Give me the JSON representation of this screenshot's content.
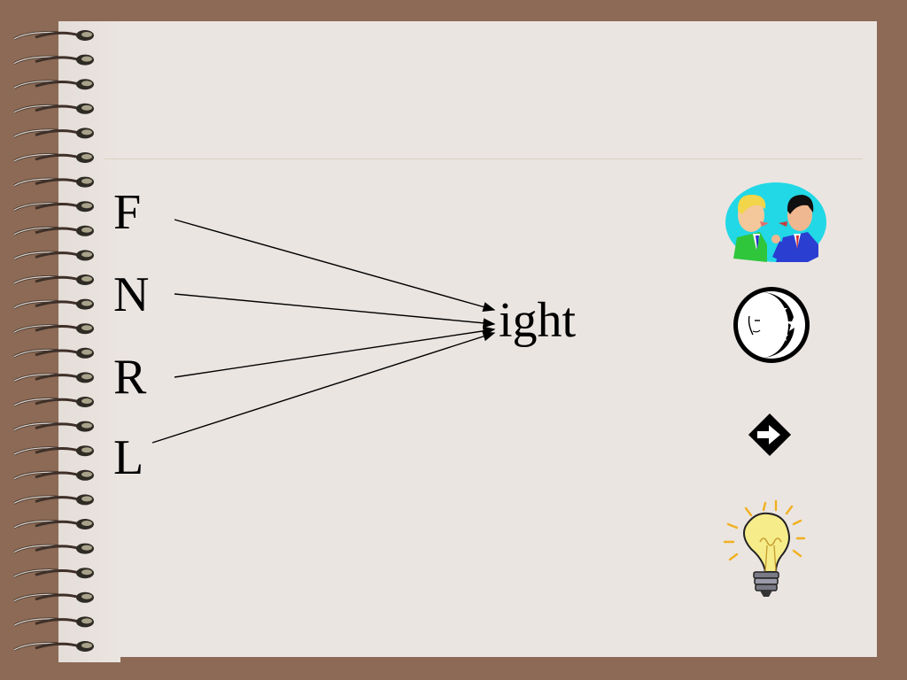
{
  "slide": {
    "letters": [
      "F",
      "N",
      "R",
      "L"
    ],
    "suffix": "ight",
    "icons": [
      "arguing-men-icon",
      "moon-stars-icon",
      "right-arrow-icon",
      "lightbulb-icon"
    ]
  },
  "colors": {
    "frame": "#8c6a55",
    "paper": "#ebe5e1",
    "ink": "#000000",
    "bulb": "#f2e47a"
  }
}
